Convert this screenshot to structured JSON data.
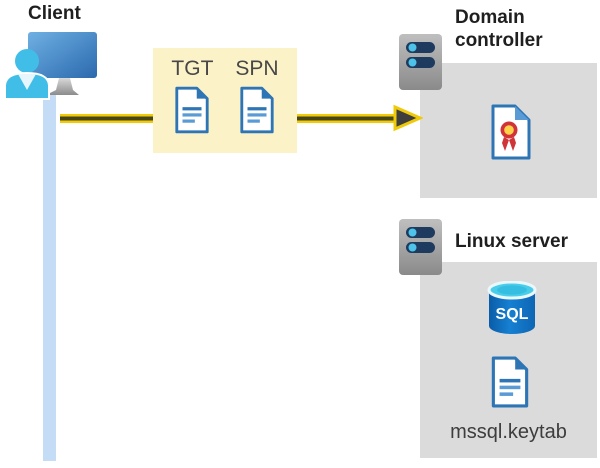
{
  "client": {
    "label": "Client"
  },
  "ticket_box": {
    "tgt_label": "TGT",
    "spn_label": "SPN"
  },
  "domain_controller": {
    "label": "Domain controller"
  },
  "linux_server": {
    "label": "Linux server",
    "database_label": "SQL",
    "keytab_label": "mssql.keytab"
  },
  "colors": {
    "highlight_box": "#fbf2c8",
    "arrow_yellow": "#f2cb05",
    "arrow_core": "#45451e",
    "panel_gray": "#dbdbdb",
    "connector_blue": "#c5dcf6",
    "document_blue": "#2e75b6",
    "document_line_light_blue": "#5b9bd5",
    "person_cyan": "#41bee8",
    "monitor_blue_dark": "#2b69ae",
    "server_pill_navy": "#1e3a5f",
    "server_led_cyan": "#4ec3e9",
    "sql_body_blue": "#1173c4",
    "sql_top_cyan": "#49cde9",
    "certificate_red": "#d13438",
    "certificate_gold": "#ffd24a"
  }
}
